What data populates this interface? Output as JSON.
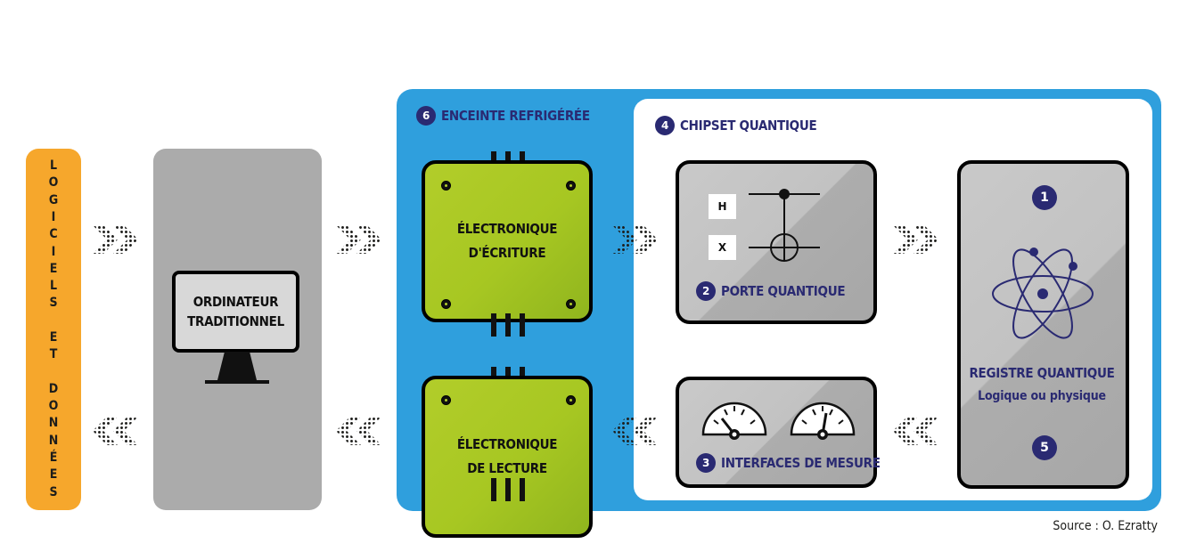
{
  "left_bar": {
    "label": "LOGICIELS ET DONNÉES",
    "color": "#f6a72c"
  },
  "computer": {
    "line1": "ORDINATEUR",
    "line2": "TRADITIONNEL"
  },
  "enclosure": {
    "number": "6",
    "title": "ENCEINTE REFRIGÉRÉE",
    "color": "#2f9fdd"
  },
  "chipset": {
    "number": "4",
    "title": "CHIPSET QUANTIQUE"
  },
  "write_board": {
    "line1": "ÉLECTRONIQUE",
    "line2": "D'ÉCRITURE",
    "color": "#a7c722"
  },
  "read_board": {
    "line1": "ÉLECTRONIQUE",
    "line2": "DE LECTURE"
  },
  "gate": {
    "number": "2",
    "label": "PORTE QUANTIQUE",
    "gate_h": "H",
    "gate_x": "X"
  },
  "measure": {
    "number": "3",
    "label": "INTERFACES DE MESURE"
  },
  "register": {
    "number_top": "1",
    "number_bottom": "5",
    "title": "REGISTRE QUANTIQUE",
    "subtitle": "Logique ou physique"
  },
  "icons": [
    "chevron-right-arrows-icon",
    "chevron-left-arrows-icon",
    "monitor-icon",
    "atom-icon",
    "gauge-icon",
    "cnot-gate-icon",
    "connector-pins-icon"
  ],
  "accent_color": "#2a2a72",
  "source": "Source : O. Ezratty"
}
